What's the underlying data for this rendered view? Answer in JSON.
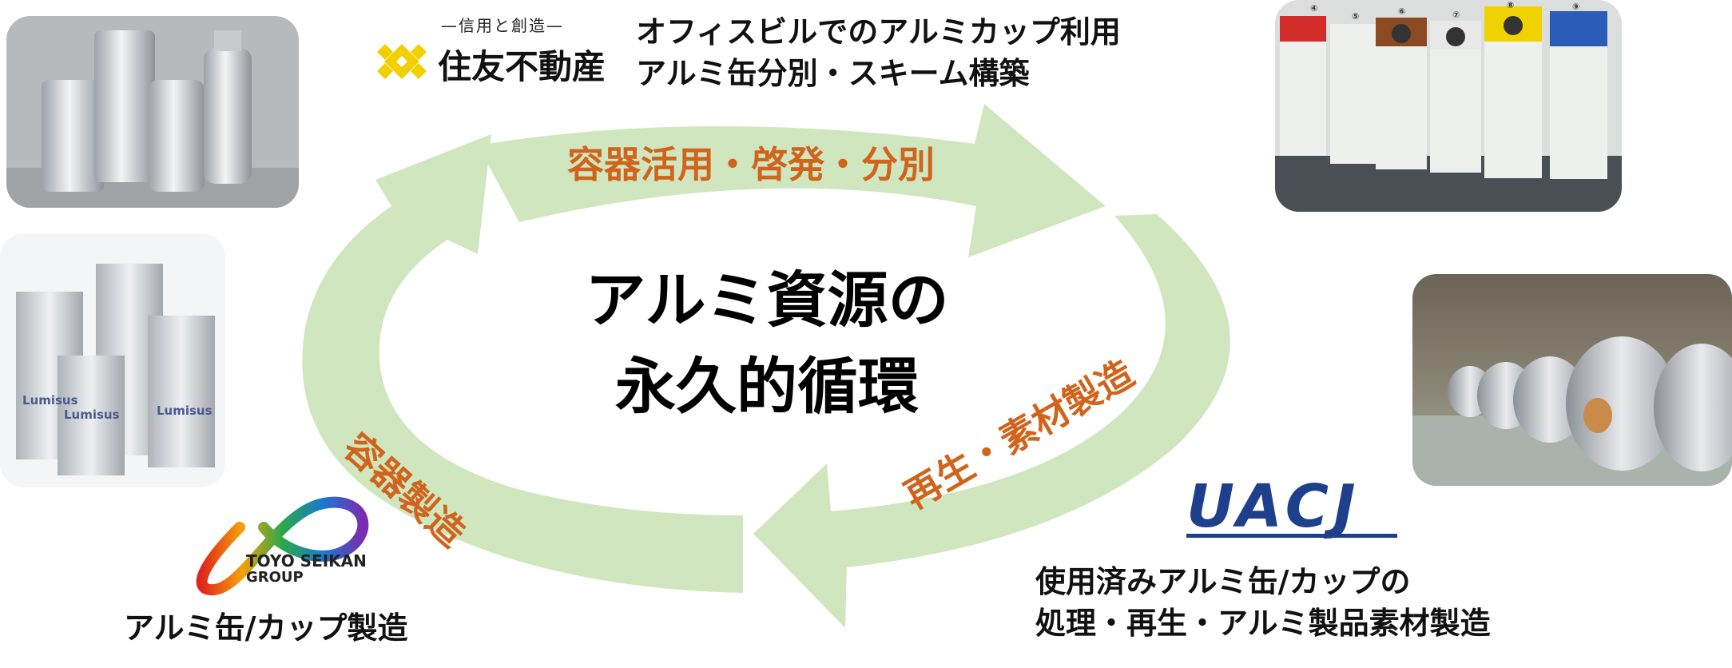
{
  "colors": {
    "arrow": "#cfe6bf",
    "arrow_label": "#d0641c",
    "uacj_blue": "#1d3f8c",
    "sumitomo_yellow": "#f0d000"
  },
  "center": {
    "line1": "アルミ資源の",
    "line2": "永久的循環"
  },
  "arrows": {
    "top": "容器活用・啓発・分別",
    "bottom_right": "再生・素材製造",
    "left": "容器製造"
  },
  "sumitomo": {
    "tagline": "—信用と創造—",
    "name": "住友不動産",
    "desc_line1": "オフィスビルでのアルミカップ利用",
    "desc_line2": "アルミ缶分別・スキーム構築"
  },
  "toyo": {
    "name_line1": "TOYO SEIKAN",
    "name_line2": "GROUP",
    "desc": "アルミ缶/カップ製造"
  },
  "uacj": {
    "name": "UACJ",
    "desc_line1": "使用済みアルミ缶/カップの",
    "desc_line2": "処理・再生・アルミ製品素材製造"
  },
  "cups": {
    "brand": "Lumisus"
  },
  "bins": {
    "numbers": [
      "④",
      "⑤",
      "⑥",
      "⑦",
      "⑧",
      "⑨"
    ]
  }
}
